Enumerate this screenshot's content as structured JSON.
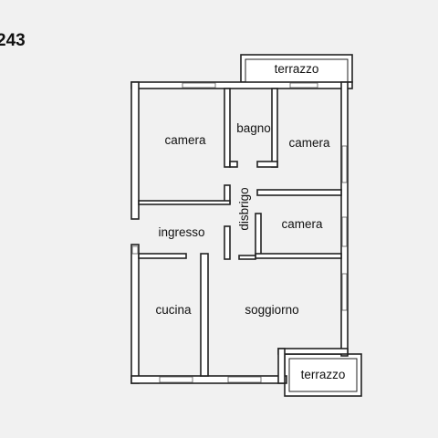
{
  "plan": {
    "number": "243",
    "rooms": {
      "terrazzo_top": "terrazzo",
      "camera_1": "camera",
      "bagno": "bagno",
      "camera_2": "camera",
      "disbrigo": "disbrigo",
      "camera_3": "camera",
      "ingresso": "ingresso",
      "cucina": "cucina",
      "soggiorno": "soggiorno",
      "terrazzo_bottom": "terrazzo"
    }
  }
}
